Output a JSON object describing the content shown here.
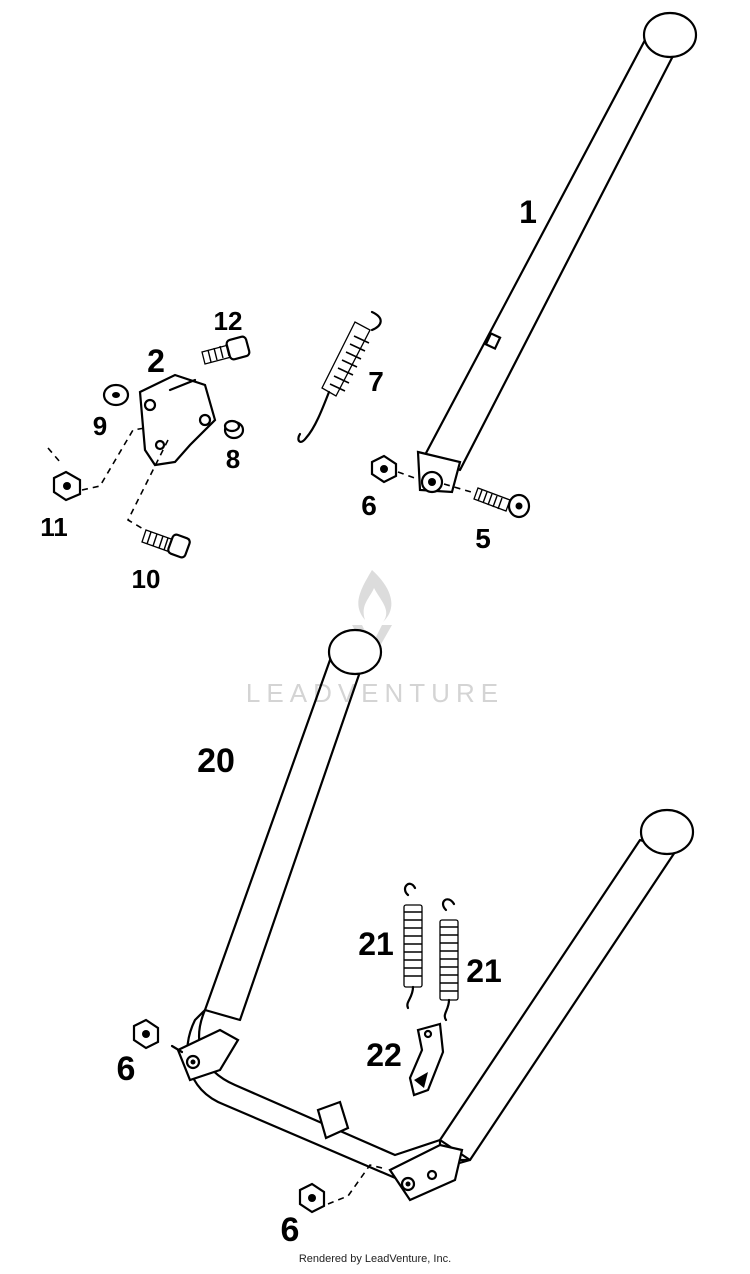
{
  "diagram": {
    "callouts": {
      "c1": "1",
      "c2": "2",
      "c5": "5",
      "c6a": "6",
      "c7": "7",
      "c8": "8",
      "c9": "9",
      "c10": "10",
      "c11": "11",
      "c12": "12",
      "c20": "20",
      "c21a": "21",
      "c21b": "21",
      "c22": "22",
      "c6b": "6",
      "c6c": "6"
    }
  },
  "watermark": {
    "text": "LEADVENTURE"
  },
  "footer": {
    "text": "Rendered by LeadVenture, Inc."
  }
}
